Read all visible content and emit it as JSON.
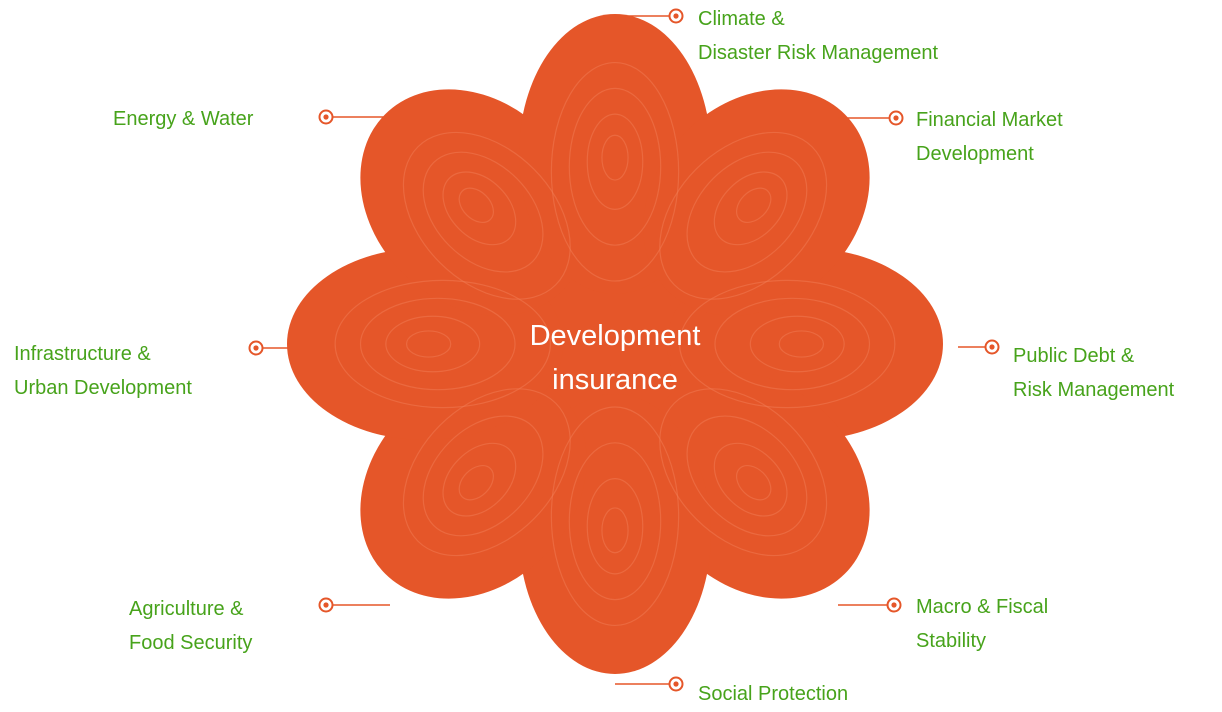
{
  "center": {
    "line1": "Development",
    "line2": "insurance"
  },
  "colors": {
    "petal": "#E55629",
    "petal_line": "#F07A52",
    "label_text": "#47A31B",
    "center_text": "#FFFFFF",
    "connector": "#E55629"
  },
  "nodes": [
    {
      "id": "climate-disaster",
      "lines": [
        "Climate &",
        "Disaster Risk Management"
      ]
    },
    {
      "id": "financial-market",
      "lines": [
        "Financial Market",
        "Development"
      ]
    },
    {
      "id": "public-debt",
      "lines": [
        "Public Debt  &",
        "Risk Management"
      ]
    },
    {
      "id": "macro-fiscal",
      "lines": [
        "Macro &  Fiscal",
        "Stability"
      ]
    },
    {
      "id": "social-protection",
      "lines": [
        "Social Protection"
      ]
    },
    {
      "id": "agriculture-food",
      "lines": [
        "Agriculture &",
        "Food Security"
      ]
    },
    {
      "id": "infrastructure-urban",
      "lines": [
        "Infrastructure &",
        "Urban Development"
      ]
    },
    {
      "id": "energy-water",
      "lines": [
        "Energy & Water"
      ]
    }
  ]
}
